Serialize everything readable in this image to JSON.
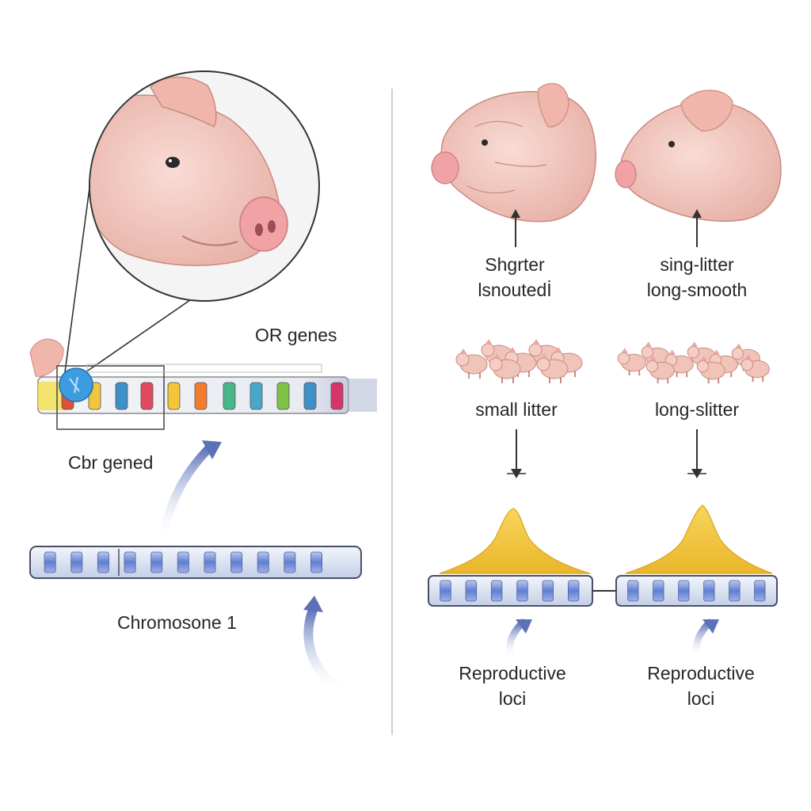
{
  "left_panel": {
    "or_genes_label": "OR genes",
    "cbr_label": "Cbr gened",
    "chromosome_label": "Chromosone 1",
    "gene_segment_colors": [
      "#e0513c",
      "#f2c53a",
      "#3f8fc9",
      "#e04a5e",
      "#f2c53a",
      "#f27d2f",
      "#49b58a",
      "#49a7c9",
      "#7ec244",
      "#3f8fc9",
      "#d6356b",
      "#5b78c9"
    ]
  },
  "right_panel": {
    "columns": [
      {
        "trait_label_line1": "Shgrter",
        "trait_label_line2": "lsnoutedİ",
        "litter_label": "small litter",
        "loci_label_line1": "Reproductive",
        "loci_label_line2": "loci"
      },
      {
        "trait_label_line1": "sing-litter",
        "trait_label_line2": "long-smooth",
        "litter_label": "long-slitter",
        "loci_label_line1": "Reproductive",
        "loci_label_line2": "loci"
      }
    ]
  },
  "colors": {
    "pig_skin": "#f3c7bc",
    "pig_shadow": "#dd9d95",
    "snout": "#f1a2a4",
    "chromosome_fill": "#dfe6f3",
    "chromosome_band": "#6f8fd8",
    "peak": "#f5c842",
    "arrow": "#6a7fc0",
    "divider": "#cfcfcf"
  }
}
